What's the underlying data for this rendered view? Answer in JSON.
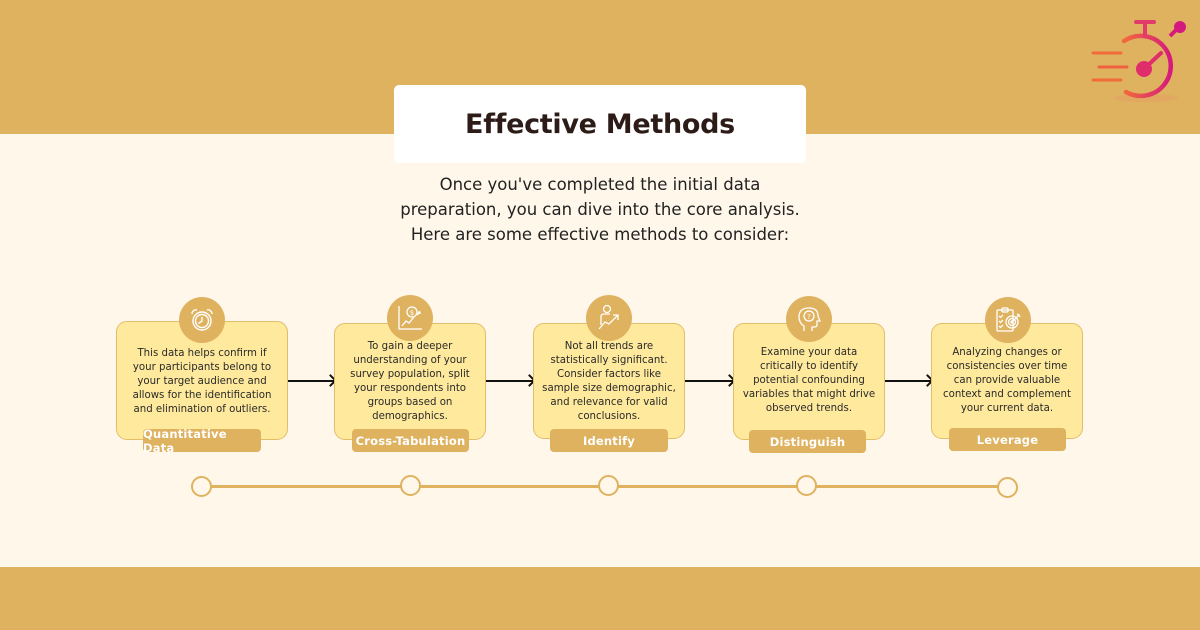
{
  "colors": {
    "band": "#DFB260",
    "background": "#FEF7EA",
    "card_fill": "#FEE99C",
    "card_border": "#E2BD6A",
    "accent": "#DFB260",
    "logo_gradient_start": "#F26B3A",
    "logo_gradient_end": "#D6197E"
  },
  "logo": {
    "icon": "stopwatch-speed-icon"
  },
  "header": {
    "title": "Effective Methods",
    "intro_lines": [
      "Once you've completed the initial data",
      "preparation, you can dive into the core analysis.",
      "Here are some effective methods to consider:"
    ]
  },
  "steps": [
    {
      "label": "Quantitative Data",
      "icon": "alarm-clock-icon",
      "text_lines": [
        "This data helps confirm if",
        "your participants belong to",
        "your target audience and",
        "allows for the identification",
        "and elimination of outliers."
      ]
    },
    {
      "label": "Cross-Tabulation",
      "icon": "dollar-chart-icon",
      "text_lines": [
        "To gain a deeper",
        "understanding of your",
        "survey population, split",
        "your respondents into",
        "groups based on",
        "demographics."
      ]
    },
    {
      "label": "Identify",
      "icon": "person-growth-icon",
      "text_lines": [
        "Not all trends are",
        "statistically significant.",
        "Consider factors like",
        "sample size demographic,",
        "and relevance for valid",
        "conclusions."
      ]
    },
    {
      "label": "Distinguish",
      "icon": "head-question-icon",
      "text_lines": [
        "Examine your data",
        "critically to identify",
        "potential confounding",
        "variables that might drive",
        "observed trends."
      ]
    },
    {
      "label": "Leverage",
      "icon": "clipboard-target-icon",
      "text_lines": [
        "Analyzing changes or",
        "consistencies over time",
        "can provide valuable",
        "context and complement",
        "your current data."
      ]
    }
  ],
  "timeline": {
    "points": 5
  }
}
